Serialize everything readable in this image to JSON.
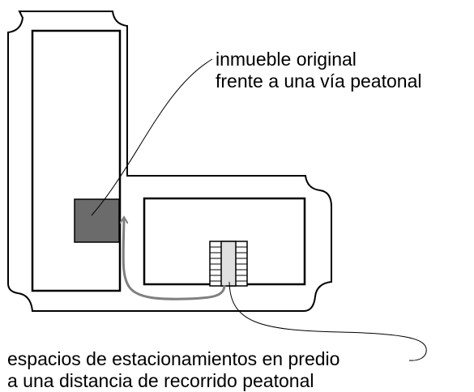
{
  "labels": {
    "original_building": {
      "line1": "inmueble original",
      "line2": "frente a una vía peatonal"
    },
    "parking_spaces": {
      "line1": "espacios de estacionamientos en predio",
      "line2": "a una distancia de recorrido peatonal"
    }
  },
  "colors": {
    "lines": "#000000",
    "building_fill": "#6b6b6b",
    "parking_fill": "#e0e0e0",
    "arrow": "#7f7f7f",
    "background": "#ffffff"
  }
}
